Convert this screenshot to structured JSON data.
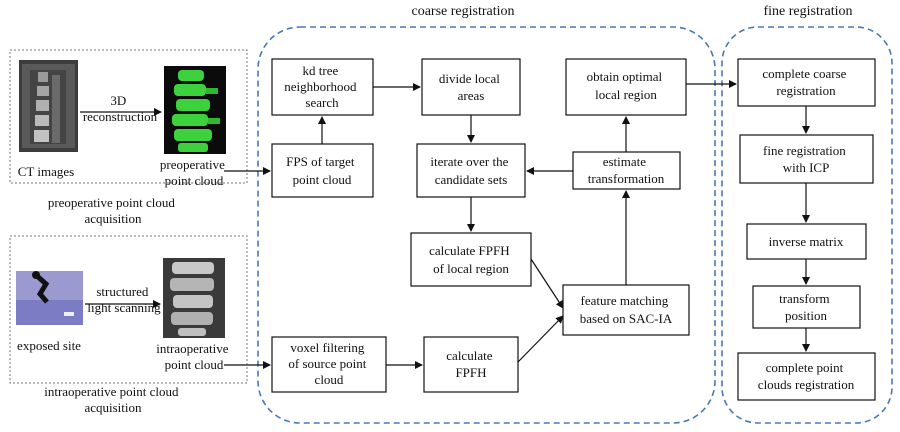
{
  "sections": {
    "coarse_title": "coarse registration",
    "fine_title": "fine registration",
    "pre_title": [
      "preoperative point cloud",
      "acquisition"
    ],
    "intra_title": [
      "intraoperative point cloud",
      "acquisition"
    ]
  },
  "labels": {
    "ct_images": "CT images",
    "reconstruction": [
      "3D",
      "reconstruction"
    ],
    "preop_cloud": [
      "preoperative",
      "point cloud"
    ],
    "exposed_site": "exposed site",
    "scanning": [
      "structured",
      "light scanning"
    ],
    "intraop_cloud": [
      "intraoperative",
      "point cloud"
    ]
  },
  "nodes": {
    "kd": [
      "kd tree",
      "neighborhood",
      "search"
    ],
    "fps": [
      "FPS of target",
      "point cloud"
    ],
    "divide": [
      "divide local",
      "areas"
    ],
    "iterate": [
      "iterate over the",
      "candidate sets"
    ],
    "fpfh_local": [
      "calculate FPFH",
      "of local region"
    ],
    "obtain": [
      "obtain  optimal",
      "local region"
    ],
    "estimate": [
      "estimate",
      "transformation"
    ],
    "matching": [
      "feature matching",
      "based on SAC-IA"
    ],
    "voxel": [
      "voxel filtering",
      "of source point",
      "cloud"
    ],
    "calc_fpfh": [
      "calculate",
      "FPFH"
    ],
    "complete_coarse": [
      "complete coarse",
      "registration"
    ],
    "icp": [
      "fine registration",
      "with ICP"
    ],
    "inverse": [
      "inverse matrix"
    ],
    "transform": [
      "transform",
      "position"
    ],
    "complete_all": [
      "complete point",
      "clouds registration"
    ]
  },
  "colors": {
    "dashed_group": "#4a78b5",
    "vertebra_green": "#3ed13e",
    "ct_gray": "#5a5a5a"
  },
  "icons": {
    "ct": "ct-scan-image",
    "preop": "green-spine-model-image",
    "robot": "robot-arm-scene-image",
    "intraop": "gray-spine-pointcloud-image"
  }
}
